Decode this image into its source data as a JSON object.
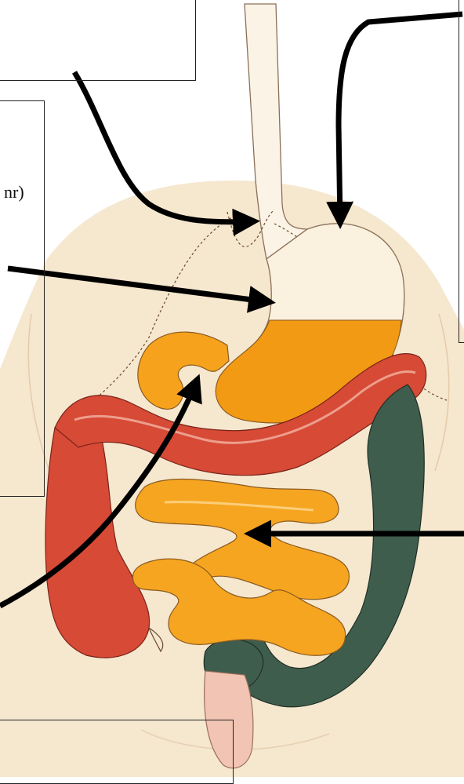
{
  "diagram": {
    "subject": "digestive-system",
    "organs": [
      "esophagus",
      "stomach",
      "duodenum",
      "small-intestine",
      "ascending-colon",
      "transverse-colon",
      "descending-colon",
      "rectum"
    ],
    "label_boxes": [
      {
        "id": "top-left",
        "text": ""
      },
      {
        "id": "mid-left",
        "text": "nr)"
      },
      {
        "id": "top-right",
        "text": ""
      },
      {
        "id": "bottom",
        "text": ""
      }
    ],
    "colors": {
      "skin": "#f6e9d4",
      "skin_shade": "#e9cfae",
      "esophagus": "#fbf3e6",
      "stomach": "#fbf1df",
      "stomach_fill": "#f39a14",
      "duodenum": "#f7a21c",
      "small_intestine": "#f6a520",
      "colon_red": "#d64a36",
      "colon_green": "#3f5d4c",
      "rectum_pink": "#f2c4b3",
      "arrow": "#000000"
    }
  }
}
